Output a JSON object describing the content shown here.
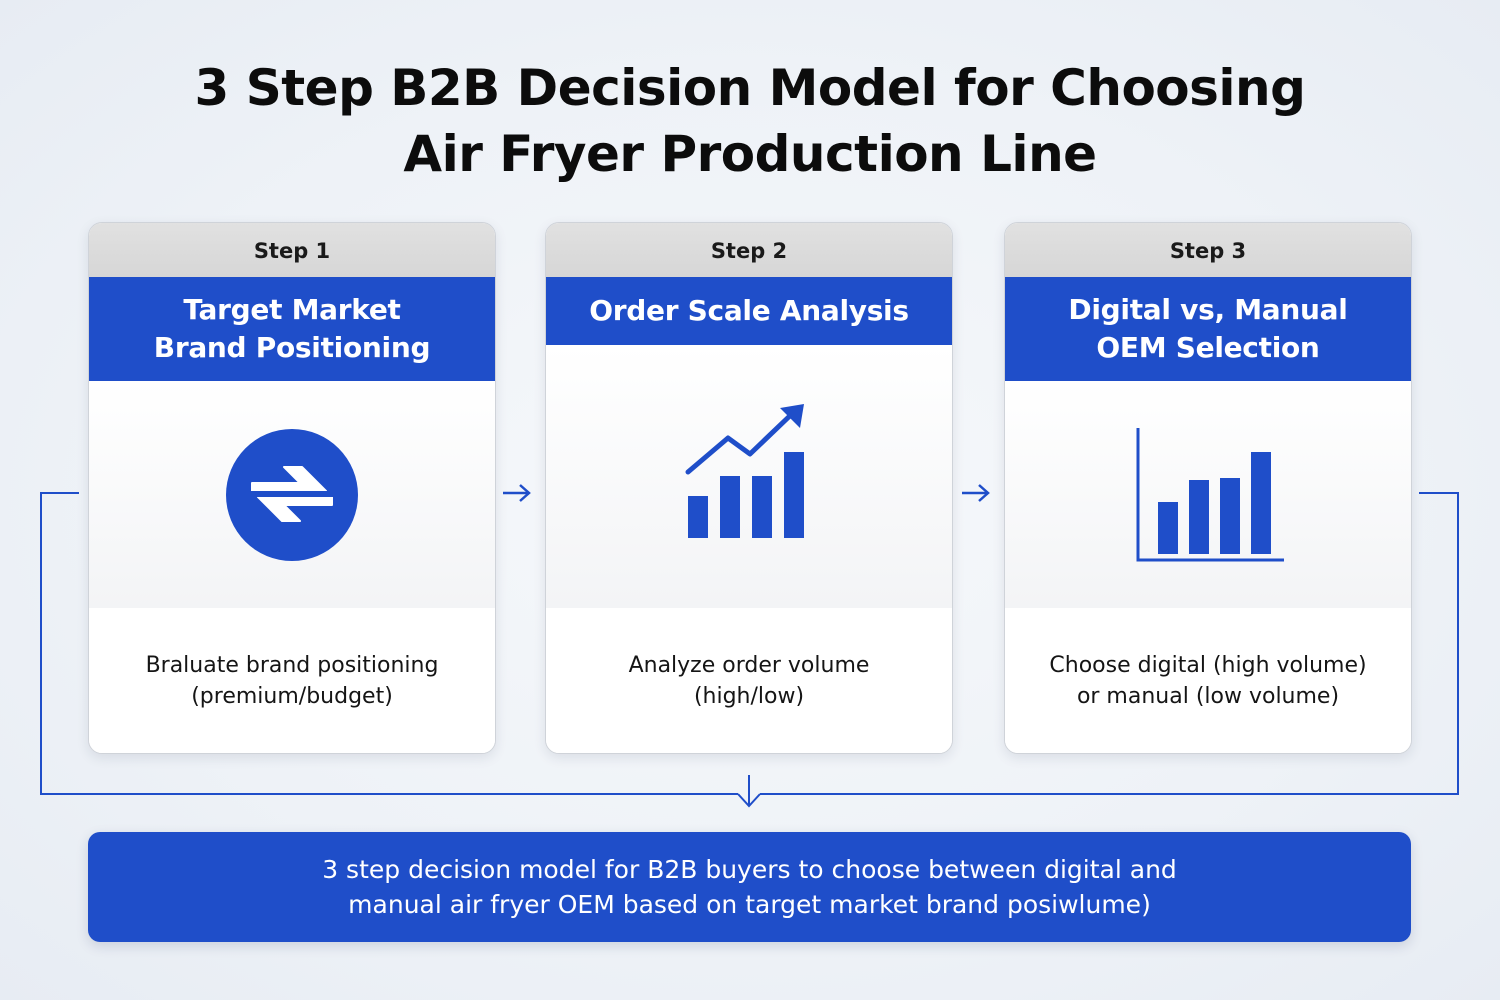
{
  "title": {
    "line1": "3 Step B2B Decision Model for Choosing",
    "line2": "Air Fryer Production Line"
  },
  "steps": [
    {
      "step_label": "Step 1",
      "heading_lines": [
        "Target Market",
        "Brand Positioning"
      ],
      "icon": "circular-arrows-icon",
      "description_lines": [
        "Braluate brand positioning",
        "(premium/budget)"
      ]
    },
    {
      "step_label": "Step 2",
      "heading_lines": [
        "Order Scale Analysis"
      ],
      "icon": "growth-chart-arrow-icon",
      "description_lines": [
        "Analyze order volume",
        "(high/low)"
      ]
    },
    {
      "step_label": "Step 3",
      "heading_lines": [
        "Digital vs, Manual",
        "OEM Selection"
      ],
      "icon": "bar-chart-icon",
      "description_lines": [
        "Choose digital (high volume)",
        "or manual (low volume)"
      ]
    }
  ],
  "summary": {
    "line1": "3 step decision model for B2B buyers to choose between digital and",
    "line2": "manual air fryer OEM based on target market brand posiwlume)"
  },
  "colors": {
    "accent_blue": "#1f4ec9",
    "step_band_gray": "#d9d9d9",
    "title_text": "#0c0c0c",
    "background": "#eef2f7"
  }
}
